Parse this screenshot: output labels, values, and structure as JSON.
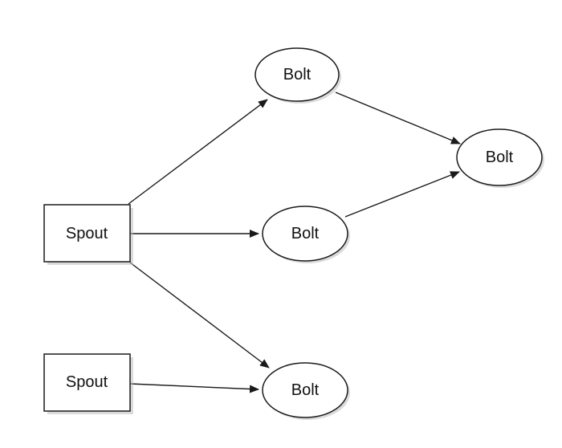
{
  "diagram": {
    "nodes": [
      {
        "id": "spout-1",
        "kind": "rect",
        "label": "Spout"
      },
      {
        "id": "spout-2",
        "kind": "rect",
        "label": "Spout"
      },
      {
        "id": "bolt-top",
        "kind": "ellipse",
        "label": "Bolt"
      },
      {
        "id": "bolt-middle",
        "kind": "ellipse",
        "label": "Bolt"
      },
      {
        "id": "bolt-bottom",
        "kind": "ellipse",
        "label": "Bolt"
      },
      {
        "id": "bolt-right",
        "kind": "ellipse",
        "label": "Bolt"
      }
    ],
    "edges": [
      {
        "from": "spout-1",
        "to": "bolt-top"
      },
      {
        "from": "spout-1",
        "to": "bolt-middle"
      },
      {
        "from": "spout-1",
        "to": "bolt-bottom"
      },
      {
        "from": "spout-2",
        "to": "bolt-bottom"
      },
      {
        "from": "bolt-top",
        "to": "bolt-right"
      },
      {
        "from": "bolt-middle",
        "to": "bolt-right"
      }
    ],
    "colors": {
      "stroke": "#1a1a1a",
      "fill": "#ffffff",
      "shadow": "#bdbdbd"
    }
  }
}
